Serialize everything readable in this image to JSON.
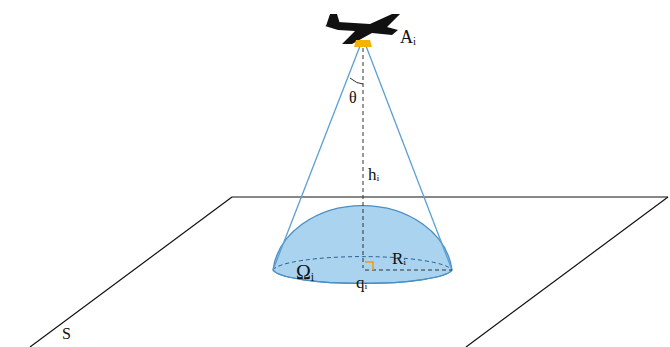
{
  "diagram": {
    "labels": [
      "Aᵢ",
      "θ",
      "hᵢ",
      "Ωᵢ",
      "Rᵢ",
      "qᵢ",
      "S"
    ]
  }
}
